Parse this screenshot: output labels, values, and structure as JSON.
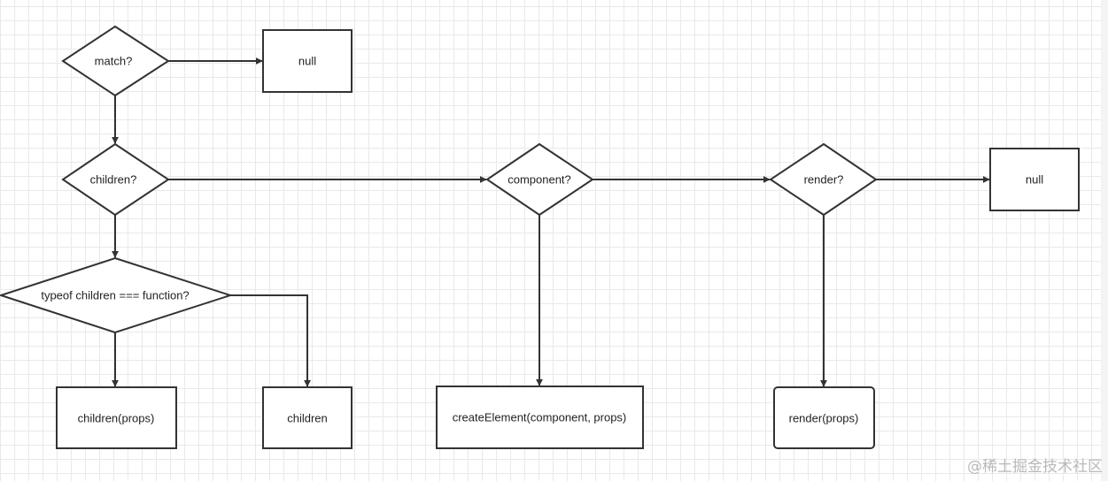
{
  "nodes": {
    "match": "match?",
    "null_top": "null",
    "children_check": "children?",
    "typeof_check": "typeof children === function?",
    "children_props": "children(props)",
    "children": "children",
    "component_check": "component?",
    "create_element": "createElement(component, props)",
    "render_check": "render?",
    "render_props": "render(props)",
    "null_right": "null"
  },
  "watermark": "@稀土掘金技术社区",
  "colors": {
    "stroke": "#333333",
    "text": "#222222",
    "grid": "#e9e9e9"
  }
}
